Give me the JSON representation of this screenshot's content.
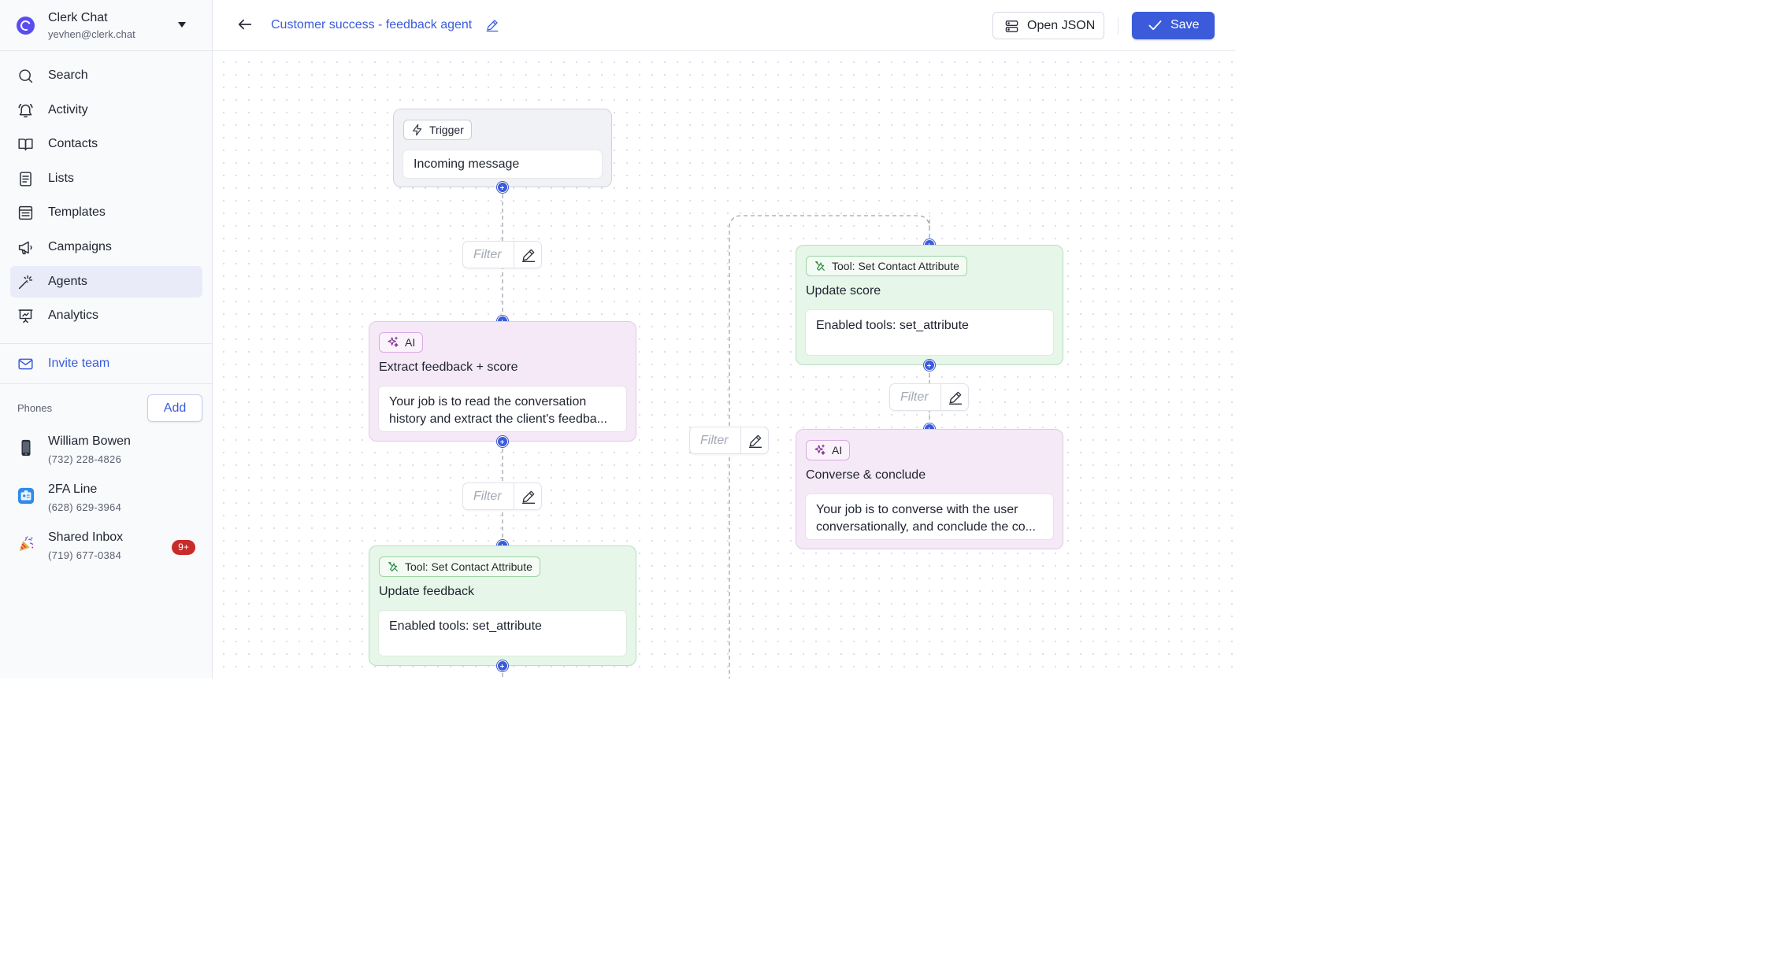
{
  "workspace": {
    "name": "Clerk Chat",
    "email": "yevhen@clerk.chat"
  },
  "nav": [
    {
      "label": "Search",
      "icon": "search-icon"
    },
    {
      "label": "Activity",
      "icon": "bell-icon"
    },
    {
      "label": "Contacts",
      "icon": "book-icon"
    },
    {
      "label": "Lists",
      "icon": "list-icon"
    },
    {
      "label": "Templates",
      "icon": "template-icon"
    },
    {
      "label": "Campaigns",
      "icon": "megaphone-icon"
    },
    {
      "label": "Agents",
      "icon": "magic-wand-icon",
      "active": true
    },
    {
      "label": "Analytics",
      "icon": "presentation-chart-icon"
    }
  ],
  "invite": {
    "label": "Invite team",
    "icon": "mail-icon"
  },
  "phones": {
    "label": "Phones",
    "add_label": "Add",
    "items": [
      {
        "name": "William Bowen",
        "number": "(732) 228-4826",
        "icon": "mobile-phone-emoji"
      },
      {
        "name": "2FA Line",
        "number": "(628) 629-3964",
        "icon": "id-card-emoji"
      },
      {
        "name": "Shared Inbox",
        "number": "(719) 677-0384",
        "icon": "party-popper-emoji",
        "badge": "9+"
      }
    ]
  },
  "header": {
    "title": "Customer success - feedback agent",
    "open_json_label": "Open JSON",
    "save_label": "Save"
  },
  "canvas": {
    "filter_placeholder": "Filter",
    "nodes": {
      "trigger": {
        "tag": "Trigger",
        "body": "Incoming message"
      },
      "extract": {
        "tag": "AI",
        "title": "Extract feedback + score",
        "body": "Your job is to read the conversation history and extract the client's feedba..."
      },
      "update_feedback": {
        "tag": "Tool: Set Contact Attribute",
        "title": "Update feedback",
        "body": "Enabled tools: set_attribute"
      },
      "update_score": {
        "tag": "Tool: Set Contact Attribute",
        "title": "Update score",
        "body": "Enabled tools: set_attribute"
      },
      "converse": {
        "tag": "AI",
        "title": "Converse & conclude",
        "body": "Your job is to converse with the user conversationally, and conclude the co..."
      }
    }
  },
  "colors": {
    "accent": "#3b5bdb",
    "ai_node": "#f5e9f7",
    "tool_node": "#e6f6e8",
    "trigger_node": "#f1f2f5",
    "badge": "#c92a2a"
  }
}
